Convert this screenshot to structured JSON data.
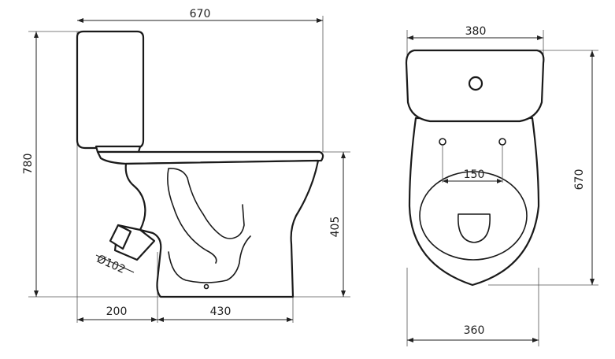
{
  "side_view": {
    "overall_length": "670",
    "overall_height": "780",
    "seat_height": "405",
    "outlet_offset": "200",
    "base_length": "430",
    "outlet_diameter": "Ø102"
  },
  "top_view": {
    "tank_width": "380",
    "depth": "670",
    "hole_spacing": "150",
    "bowl_width": "360"
  }
}
